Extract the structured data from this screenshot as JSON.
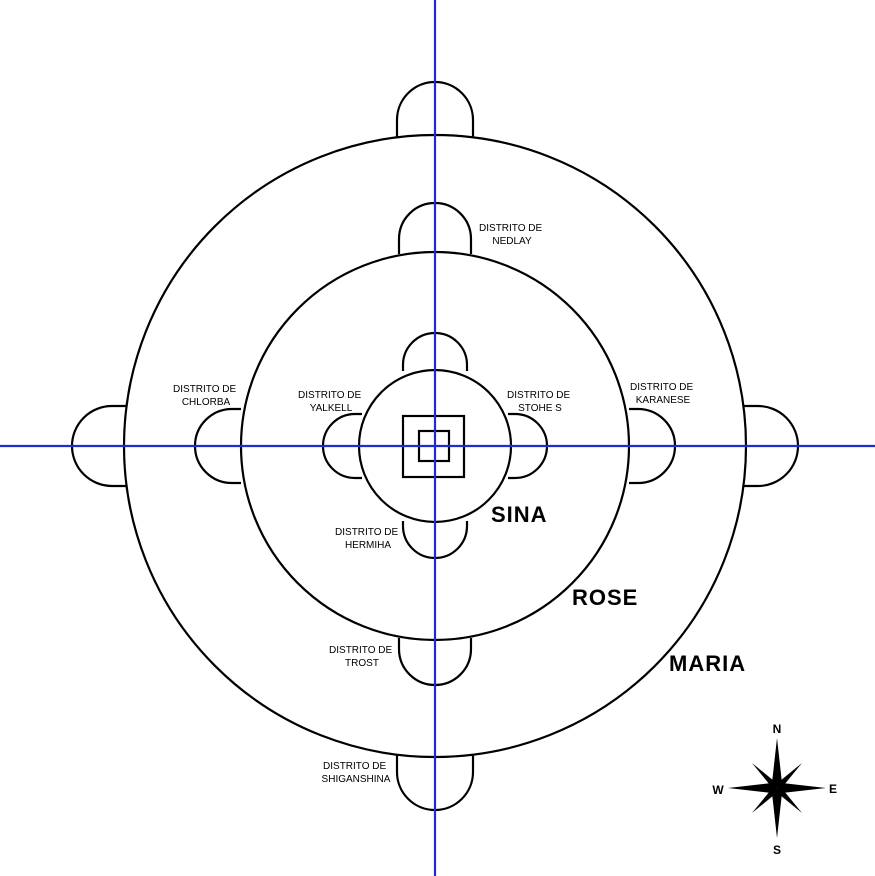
{
  "colors": {
    "axis": "#1f2bd0",
    "ink": "#000000",
    "background": "#ffffff"
  },
  "walls": [
    {
      "id": "maria",
      "label": "MARIA"
    },
    {
      "id": "rose",
      "label": "ROSE"
    },
    {
      "id": "sina",
      "label": "SINA"
    }
  ],
  "districts": [
    {
      "id": "nedlay",
      "lines": [
        "DISTRITO DE",
        "NEDLAY"
      ]
    },
    {
      "id": "chlorba",
      "lines": [
        "DISTRITO DE",
        "CHLORBA"
      ]
    },
    {
      "id": "yalkell",
      "lines": [
        "DISTRITO DE",
        "YALKELL"
      ]
    },
    {
      "id": "stohes",
      "lines": [
        "DISTRITO DE",
        "STOHE S"
      ]
    },
    {
      "id": "karanese",
      "lines": [
        "DISTRITO DE",
        "KARANESE"
      ]
    },
    {
      "id": "hermiha",
      "lines": [
        "DISTRITO DE",
        "HERMIHA"
      ]
    },
    {
      "id": "trost",
      "lines": [
        "DISTRITO DE",
        "TROST"
      ]
    },
    {
      "id": "shiganshina",
      "lines": [
        "DISTRITO DE",
        "SHIGANSHINA"
      ]
    }
  ],
  "compass": {
    "north": "N",
    "south": "S",
    "east": "E",
    "west": "W",
    "icon": "compass-rose-icon"
  }
}
